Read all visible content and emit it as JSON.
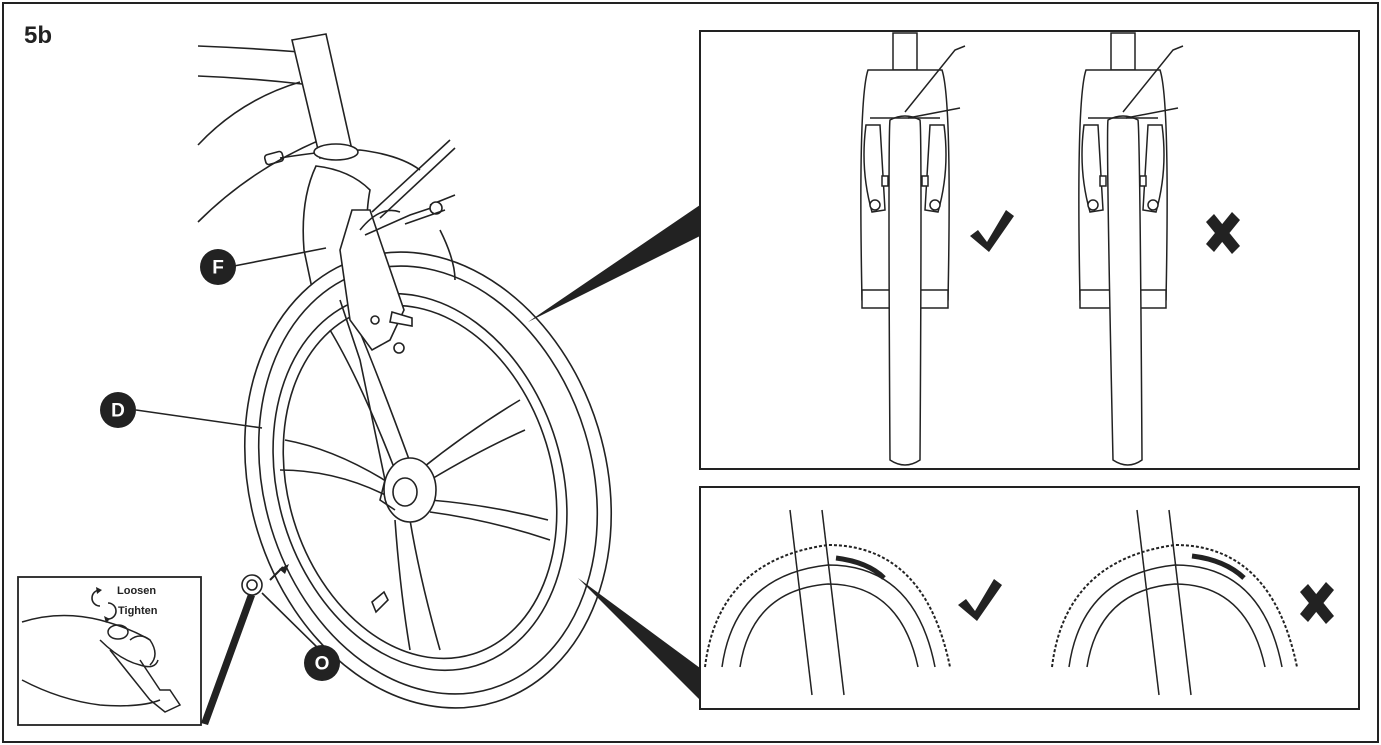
{
  "step_label": "5b",
  "callouts": {
    "fork": "F",
    "wheel": "D",
    "nut": "O"
  },
  "inset_wrench": {
    "loosen": "Loosen",
    "tighten": "Tighten"
  },
  "colors": {
    "line": "#222222",
    "background": "#ffffff",
    "callout_fill": "#222222"
  },
  "detail_panels": [
    {
      "name": "brake-alignment",
      "correct": "check-icon",
      "incorrect": "cross-icon"
    },
    {
      "name": "brake-pad-contact",
      "correct": "check-icon",
      "incorrect": "cross-icon"
    }
  ]
}
